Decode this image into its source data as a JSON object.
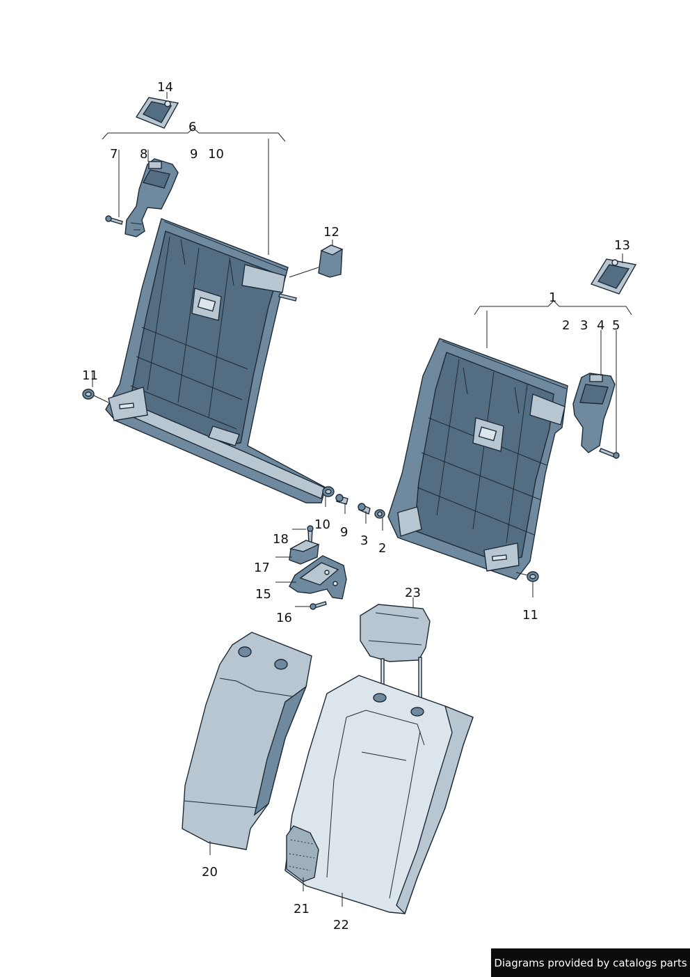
{
  "callouts": {
    "c1": "1",
    "c2a": "2",
    "c2b": "2",
    "c3a": "3",
    "c3b": "3",
    "c4": "4",
    "c5": "5",
    "c6": "6",
    "c7": "7",
    "c8": "8",
    "c9a": "9",
    "c9b": "9",
    "c10a": "10",
    "c10b": "10",
    "c11a": "11",
    "c11b": "11",
    "c12": "12",
    "c13": "13",
    "c14": "14",
    "c15": "15",
    "c16": "16",
    "c17": "17",
    "c18": "18",
    "c20": "20",
    "c21": "21",
    "c22": "22",
    "c23": "23"
  },
  "footer": {
    "text": "Diagrams provided by catalogs parts"
  },
  "colors": {
    "part": "#6f8a9e",
    "part_light": "#b7c6d1",
    "outline": "#1d2a35"
  }
}
